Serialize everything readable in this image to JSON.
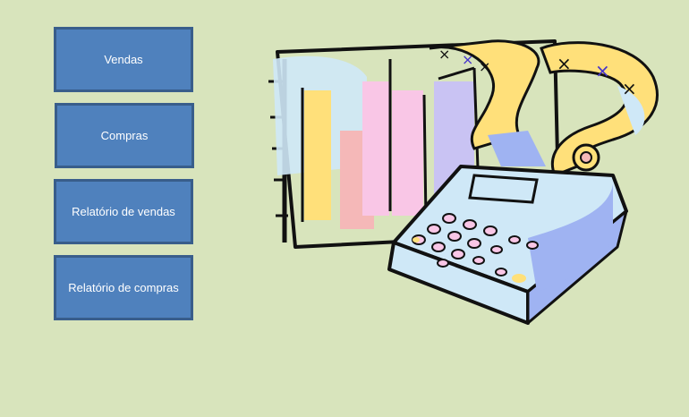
{
  "menu": {
    "vendas_label": "Vendas",
    "compras_label": "Compras",
    "relatorio_vendas_label": "Relatório de vendas",
    "relatorio_compras_label": "Relatório de compras"
  },
  "colors": {
    "background": "#d8e4bc",
    "button_fill": "#4f81bd",
    "button_border": "#385d8a",
    "button_text": "#ffffff"
  },
  "illustration": {
    "icon": "chart-calculator-clipart"
  }
}
